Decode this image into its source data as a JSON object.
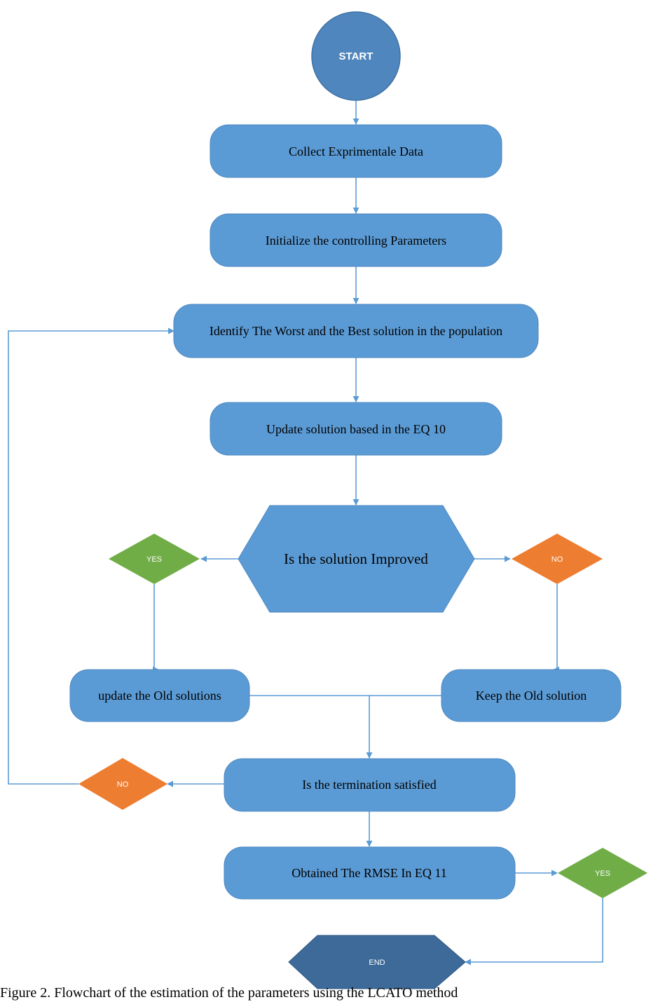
{
  "nodes": {
    "start": "START",
    "collect": "Collect Exprimentale Data",
    "init": "Initialize the controlling Parameters",
    "identify": "Identify The Worst and the Best solution in the population",
    "update_eq": "Update solution based in the EQ 10",
    "improved": "Is the solution Improved",
    "yes1": "YES",
    "no1": "NO",
    "update_old": "update the Old solutions",
    "keep_old": "Keep the Old solution",
    "termination": "Is the termination satisfied",
    "no2": "NO",
    "rmse": "Obtained The RMSE In EQ 11",
    "yes2": "YES",
    "end": "END"
  },
  "caption": "Figure 2. Flowchart of the estimation of the parameters using the LCATO method",
  "colors": {
    "process": "#5b9bd5",
    "process_stroke": "#5a93cb",
    "start": "#4f86bd",
    "end": "#3d6a98",
    "yes": "#70ad47",
    "no": "#ed7d31",
    "line": "#5b9bd5"
  }
}
